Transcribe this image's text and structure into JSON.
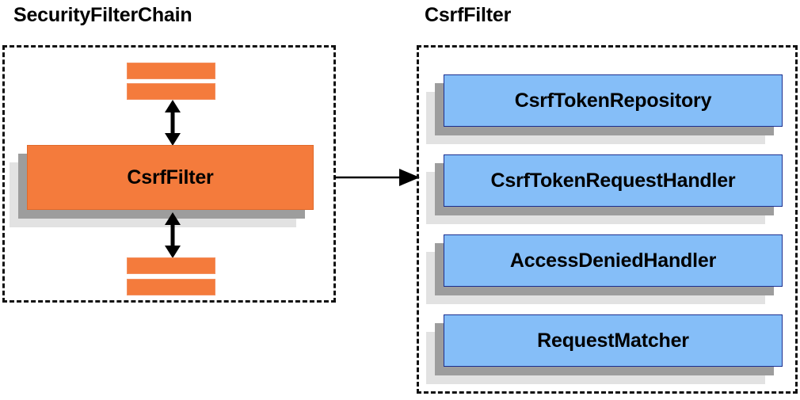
{
  "diagram": {
    "type": "architecture-block-diagram",
    "background_color": "#ffffff",
    "colors": {
      "orange": "#F47B3C",
      "blue": "#85BEF8",
      "blue_border": "#1c2f8f",
      "shadow_mid": "#9d9d9d",
      "shadow_back": "#e2e2e2",
      "panel_border": "#111111",
      "text": "#000000"
    }
  },
  "left_panel": {
    "title": "SecurityFilterChain",
    "main_block": {
      "label": "CsrfFilter"
    },
    "filters_above": [
      {
        "label": ""
      },
      {
        "label": ""
      }
    ],
    "filters_below": [
      {
        "label": ""
      },
      {
        "label": ""
      }
    ],
    "arrows": [
      {
        "name": "arrow-up-down-above-csrffilter",
        "direction": "bidirectional"
      },
      {
        "name": "arrow-up-down-below-csrffilter",
        "direction": "bidirectional"
      }
    ]
  },
  "connector": {
    "name": "left-to-right-arrow",
    "direction": "right",
    "label": ""
  },
  "right_panel": {
    "title": "CsrfFilter",
    "components": [
      {
        "label": "CsrfTokenRepository"
      },
      {
        "label": "CsrfTokenRequestHandler"
      },
      {
        "label": "AccessDeniedHandler"
      },
      {
        "label": "RequestMatcher"
      }
    ]
  }
}
